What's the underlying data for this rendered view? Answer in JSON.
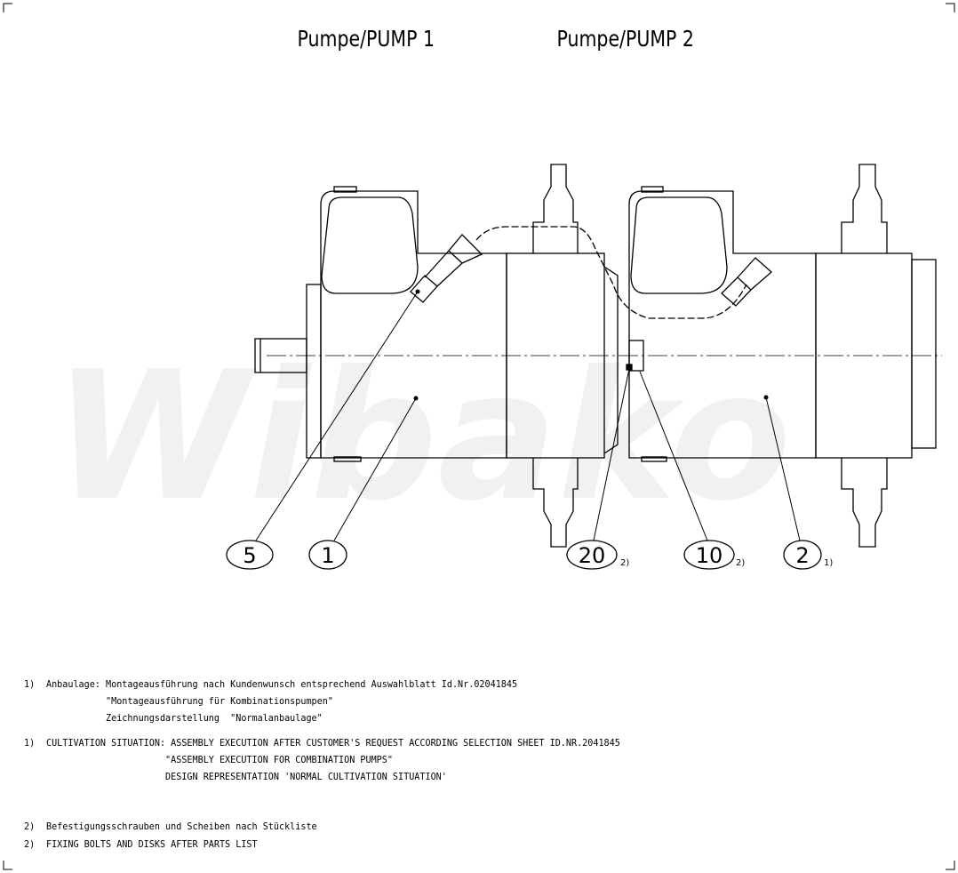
{
  "titles": {
    "pump1": "Pumpe/PUMP 1",
    "pump2": "Pumpe/PUMP 2"
  },
  "watermark": "Wibako",
  "callouts": [
    {
      "label": "5",
      "note": ""
    },
    {
      "label": "1",
      "note": ""
    },
    {
      "label": "20",
      "note": "2)"
    },
    {
      "label": "10",
      "note": "2)"
    },
    {
      "label": "2",
      "note": "1)"
    }
  ],
  "notes": [
    {
      "marker": "1)",
      "lines": [
        "Anbaulage: Montageausführung nach Kundenwunsch entsprechend Auswahlblatt Id.Nr.02041845",
        "           \"Montageausführung für Kombinationspumpen\"",
        "           Zeichnungsdarstellung  \"Normalanbaulage\""
      ]
    },
    {
      "marker": "1)",
      "lines": [
        "CULTIVATION SITUATION: ASSEMBLY EXECUTION AFTER CUSTOMER'S REQUEST ACCORDING SELECTION SHEET ID.NR.2041845",
        "                      \"ASSEMBLY EXECUTION FOR COMBINATION PUMPS\"",
        "                      DESIGN REPRESENTATION 'NORMAL CULTIVATION SITUATION'"
      ]
    },
    {
      "marker": "2)",
      "lines": [
        "Befestigungsschrauben und Scheiben nach Stückliste"
      ]
    },
    {
      "marker": "2)",
      "lines": [
        "FIXING BOLTS AND DISKS AFTER PARTS LIST"
      ]
    }
  ]
}
